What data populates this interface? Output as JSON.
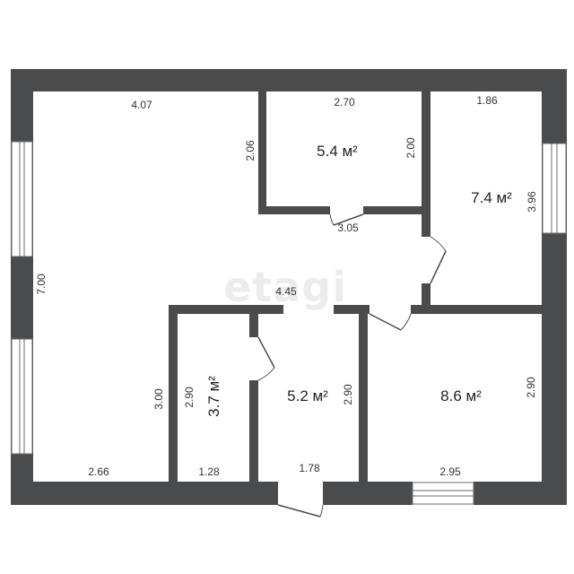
{
  "watermark": "etagi",
  "rooms": {
    "living_area": "",
    "room_top_middle_area": "5.4 м²",
    "room_top_right_area": "7.4 м²",
    "storage_area": "3.7 м²",
    "bathroom_area": "5.2 м²",
    "room_bottom_right_area": "8.6 м²"
  },
  "dimensions": {
    "living_top": "4.07",
    "living_height": "7.00",
    "living_bottom": "2.66",
    "living_partition": "3.00",
    "top_middle_width": "2.70",
    "top_middle_left": "2.06",
    "top_middle_right": "2.00",
    "top_middle_bottom": "3.05",
    "top_right_width": "1.86",
    "top_right_height": "3.96",
    "corridor": "4.45",
    "storage_height": "2.90",
    "storage_width": "1.28",
    "bathroom_height": "2.90",
    "bathroom_width": "1.78",
    "bottom_right_height": "2.90",
    "bottom_right_width": "2.95"
  }
}
